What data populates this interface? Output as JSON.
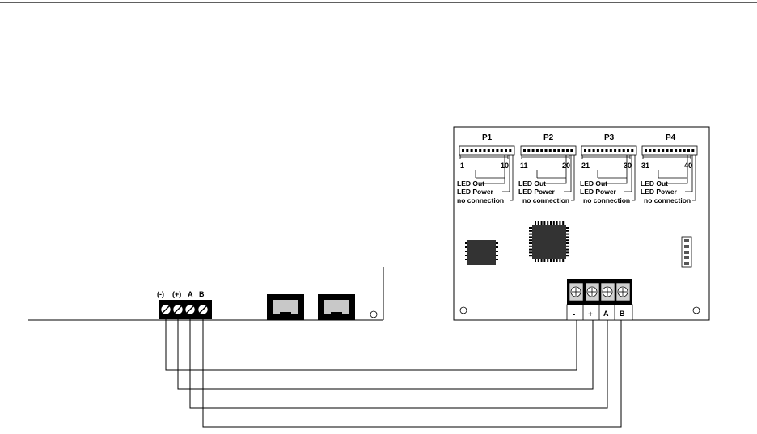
{
  "left_panel": {
    "terminal_labels": [
      "(-)",
      "(+)",
      "A",
      "B"
    ]
  },
  "board": {
    "connectors": [
      {
        "name": "P1",
        "start": "1",
        "end": "10"
      },
      {
        "name": "P2",
        "start": "11",
        "end": "20"
      },
      {
        "name": "P3",
        "start": "21",
        "end": "30"
      },
      {
        "name": "P4",
        "start": "31",
        "end": "40"
      }
    ],
    "pin_labels": {
      "led_out": "LED Out",
      "led_power": "LED Power",
      "no_connection": "no connection"
    },
    "terminal_labels": [
      "-",
      "+",
      "A",
      "B"
    ]
  }
}
